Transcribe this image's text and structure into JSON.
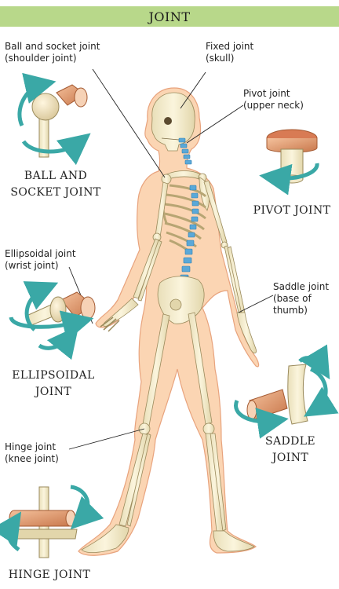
{
  "title": "JOINT",
  "labels": {
    "ball_socket": [
      "Ball and socket joint",
      "(shoulder joint)"
    ],
    "fixed": [
      "Fixed joint",
      "(skull)"
    ],
    "pivot": [
      "Pivot joint",
      "(upper neck)"
    ],
    "ellipsoidal": [
      "Ellipsoidal joint",
      "(wrist joint)"
    ],
    "saddle": [
      "Saddle joint",
      "(base of",
      "thumb)"
    ],
    "hinge": [
      "Hinge joint",
      "(knee joint)"
    ]
  },
  "captions": {
    "ball_socket": [
      "BALL AND",
      "SOCKET JOINT"
    ],
    "pivot": [
      "PIVOT JOINT"
    ],
    "ellipsoidal": [
      "ELLIPSOIDAL",
      "JOINT"
    ],
    "saddle": [
      "SADDLE",
      "JOINT"
    ],
    "hinge": [
      "HINGE JOINT"
    ]
  },
  "colors": {
    "header": "#b8d88a",
    "skin": "#fbd5b3",
    "bone": "#f1e9c9",
    "arrow": "#3aa8a6",
    "joint": "#d98c5a",
    "spine": "#5aa8d8"
  }
}
